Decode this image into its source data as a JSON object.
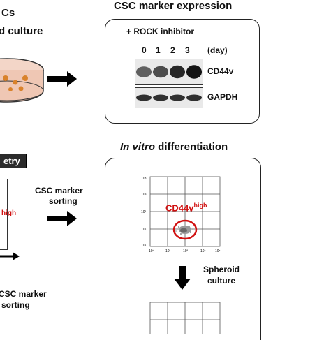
{
  "left_top": {
    "line1": "Cs",
    "line2": "d culture"
  },
  "marker_panel": {
    "title": "CSC marker expression",
    "treatment": "+ ROCK inhibitor",
    "days": [
      "0",
      "1",
      "2",
      "3"
    ],
    "day_unit": "(day)",
    "bands": [
      {
        "name": "CD44v",
        "intensities": [
          0.55,
          0.65,
          0.85,
          0.95
        ]
      },
      {
        "name": "GAPDH",
        "intensities": [
          0.8,
          0.8,
          0.8,
          0.8
        ]
      }
    ]
  },
  "left_middle": {
    "flow_tab": "etry",
    "gate_label": "high"
  },
  "sorting_step": {
    "line1": "CSC marker",
    "line2": "sorting"
  },
  "left_bottom": {
    "line1": "CSC marker",
    "line2": "sorting"
  },
  "diff_panel": {
    "title_italic": "In vitro",
    "title_rest": " differentiation",
    "gate_main": "CD44v",
    "gate_sup": "high",
    "spheroid_line1": "Spheroid",
    "spheroid_line2": "culture",
    "axis_ticks_x": [
      "10¹",
      "10²",
      "10³",
      "10⁴",
      "10⁵"
    ],
    "axis_ticks_y": [
      "10⁵",
      "10⁴",
      "10³",
      "10²",
      "10¹"
    ]
  },
  "colors": {
    "gate": "#d01010",
    "panel_border": "#222222",
    "flow_tab_bg": "#2b2b2b"
  }
}
